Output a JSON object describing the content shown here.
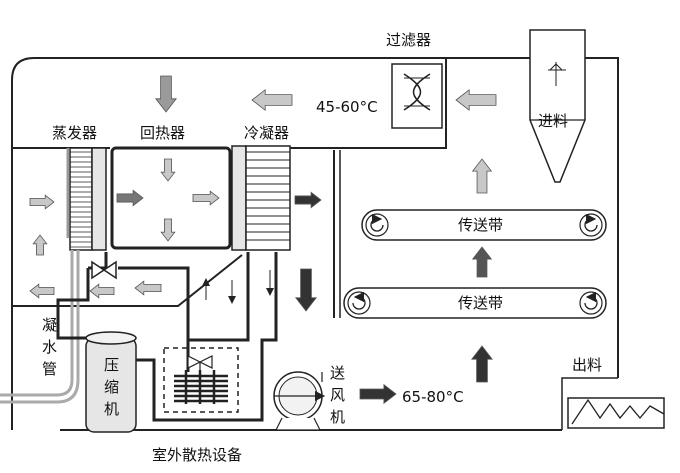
{
  "labels": {
    "filter": "过滤器",
    "feed": "进料",
    "temp_high": "45-60°C",
    "evaporator": "蒸发器",
    "regenerator": "回热器",
    "condenser": "冷凝器",
    "belt_upper": "传送带",
    "belt_lower": "传送带",
    "drain_pipe_chars": [
      "凝",
      "水",
      "管"
    ],
    "compressor_chars": [
      "压",
      "缩",
      "机"
    ],
    "blower_chars": [
      "送",
      "风",
      "机"
    ],
    "temp_low": "65-80°C",
    "discharge": "出料",
    "outdoor_unit": "室外散热设备"
  },
  "colors": {
    "line": "#222222",
    "arrow_light": "#c8c8c8",
    "arrow_mid": "#9a9a9a",
    "arrow_dark": "#333333",
    "component_fill": "#e6e6e6",
    "panel_fill": "#f2f2f2"
  },
  "icons": [
    "valve-icon",
    "fan-icon",
    "blower-icon",
    "filter-icon",
    "rotation-icon"
  ]
}
